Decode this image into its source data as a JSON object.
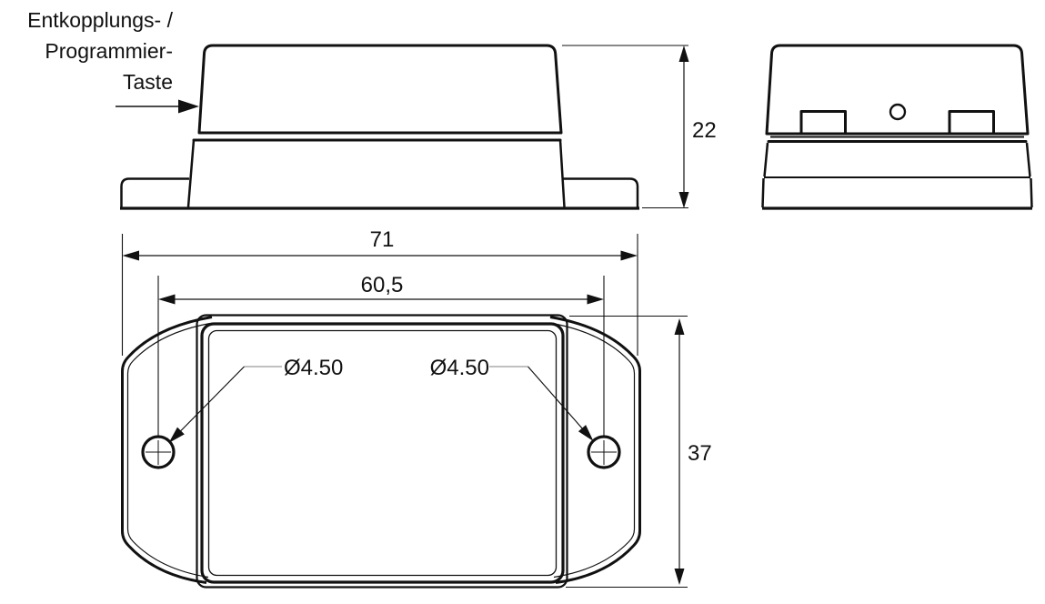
{
  "annotation": {
    "line1": "Entkopplungs- /",
    "line2": "Programmier-",
    "line3": "Taste"
  },
  "dimensions": {
    "height": "22",
    "overall_width": "71",
    "hole_spacing": "60,5",
    "body_depth": "37",
    "hole_diameter_left": "Ø4.50",
    "hole_diameter_right": "Ø4.50"
  },
  "colors": {
    "line": "#111111",
    "leader_gray": "#9a9a9a",
    "background": "#ffffff"
  }
}
